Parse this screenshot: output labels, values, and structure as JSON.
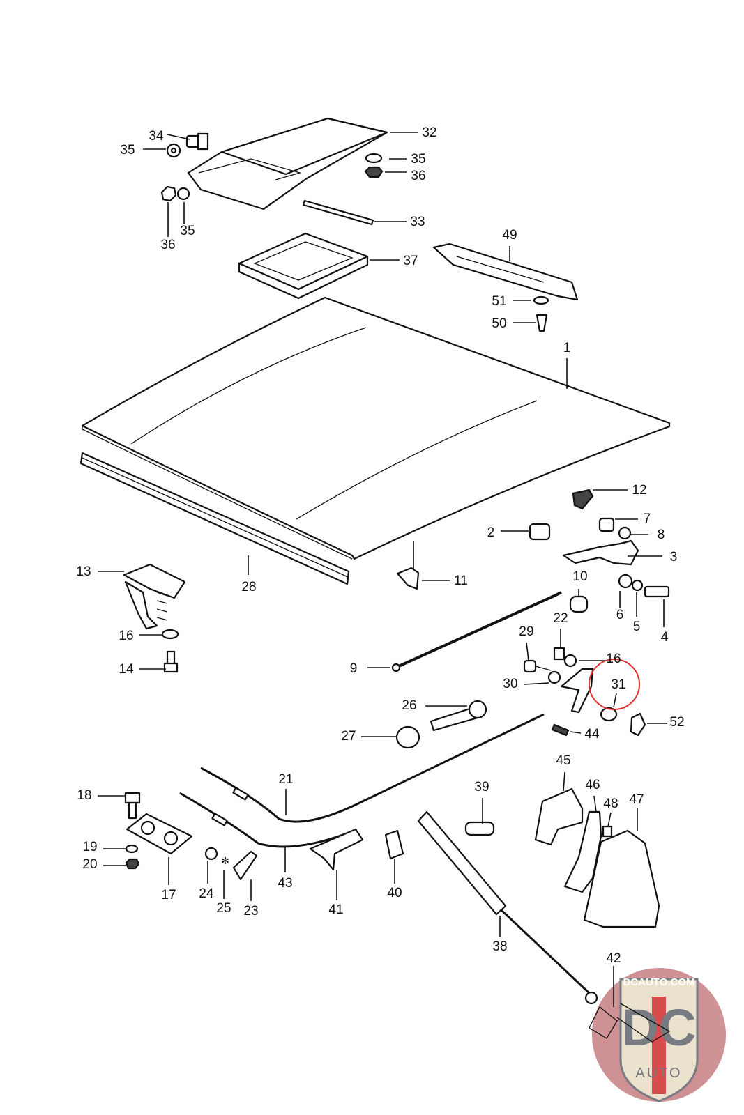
{
  "callouts": [
    "34",
    "32",
    "35",
    "35",
    "36",
    "36",
    "35",
    "33",
    "49",
    "37",
    "51",
    "50",
    "1",
    "12",
    "7",
    "8",
    "2",
    "3",
    "13",
    "28",
    "11",
    "10",
    "6",
    "5",
    "4",
    "22",
    "16",
    "29",
    "16",
    "9",
    "14",
    "31",
    "30",
    "26",
    "52",
    "27",
    "44",
    "45",
    "21",
    "46",
    "39",
    "18",
    "48",
    "47",
    "19",
    "20",
    "17",
    "24",
    "25",
    "23",
    "43",
    "41",
    "40",
    "38",
    "42"
  ],
  "highlight": {
    "callout": "31",
    "color": "#e03030"
  },
  "watermark": {
    "text_top": "DCAUTO.COM",
    "monogram": "DC",
    "text_bottom": "AUTO",
    "colors": {
      "badge": "#c9878a",
      "shield": "#e8dfc8",
      "letters": "#6a6d74",
      "stripe": "#d33a3a"
    }
  }
}
